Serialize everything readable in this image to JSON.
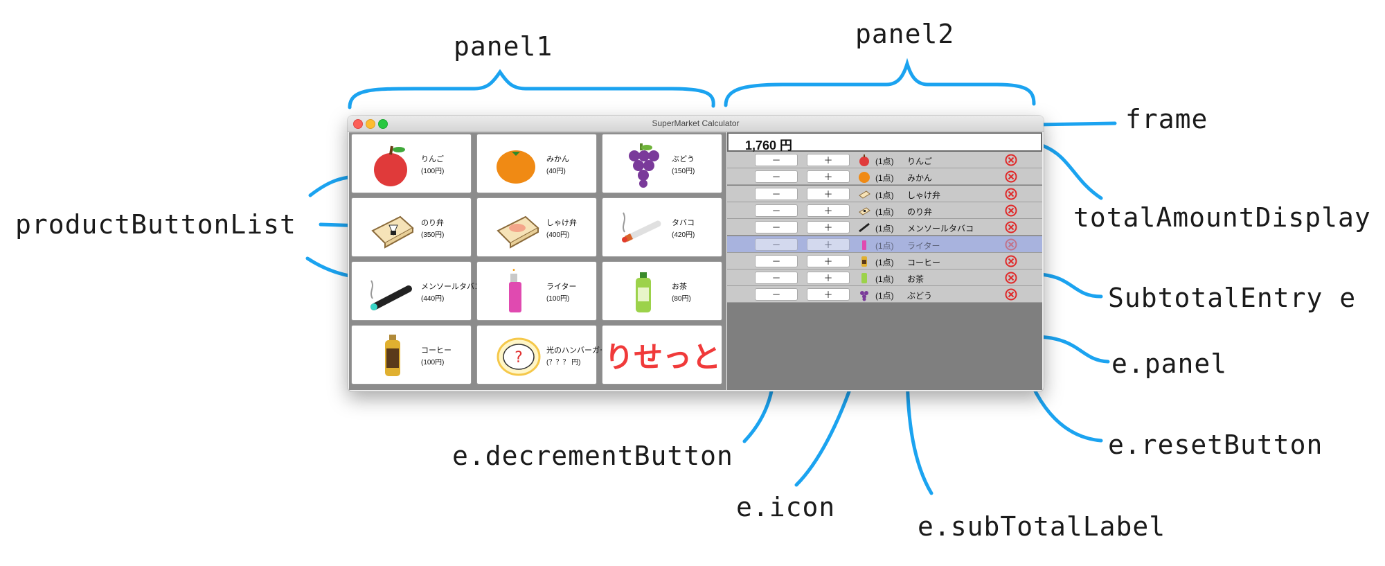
{
  "window": {
    "title": "SuperMarket Calculator"
  },
  "labels": {
    "panel1": "panel1",
    "panel2": "panel2",
    "frame": "frame",
    "product_button_list": "productButtonList",
    "total_amount_display": "totalAmountDisplay",
    "subtotal_entry": "SubtotalEntry e",
    "e_panel": "e.panel",
    "e_decrement_button": "e.decrementButton",
    "e_reset_button": "e.resetButton",
    "e_icon": "e.icon",
    "e_subtotal_label": "e.subTotalLabel"
  },
  "products": [
    {
      "name": "りんご",
      "price": "(100円)",
      "icon": "apple-icon"
    },
    {
      "name": "みかん",
      "price": "(40円)",
      "icon": "orange-icon"
    },
    {
      "name": "ぶどう",
      "price": "(150円)",
      "icon": "grape-icon"
    },
    {
      "name": "のり弁",
      "price": "(350円)",
      "icon": "nori-bento-icon"
    },
    {
      "name": "しゃけ弁",
      "price": "(400円)",
      "icon": "salmon-bento-icon"
    },
    {
      "name": "タバコ",
      "price": "(420円)",
      "icon": "cigarette-icon"
    },
    {
      "name": "メンソールタバコ",
      "price": "(440円)",
      "icon": "menthol-cigarette-icon"
    },
    {
      "name": "ライター",
      "price": "(100円)",
      "icon": "lighter-icon"
    },
    {
      "name": "お茶",
      "price": "(80円)",
      "icon": "tea-bottle-icon"
    },
    {
      "name": "コーヒー",
      "price": "(100円)",
      "icon": "coffee-bottle-icon"
    },
    {
      "name": "光のハンバーガー",
      "price": "(？？？ 円)",
      "icon": "mystery-burger-icon"
    }
  ],
  "reset_label": "りせっと",
  "total": "1,760 円",
  "entries": [
    {
      "count": "(1点)",
      "name": "りんご",
      "icon": "apple-icon"
    },
    {
      "count": "(1点)",
      "name": "みかん",
      "icon": "orange-icon"
    },
    {
      "count": "(1点)",
      "name": "しゃけ弁",
      "icon": "salmon-bento-icon"
    },
    {
      "count": "(1点)",
      "name": "のり弁",
      "icon": "nori-bento-icon"
    },
    {
      "count": "(1点)",
      "name": "メンソールタバコ",
      "icon": "menthol-cigarette-icon"
    },
    {
      "count": "(1点)",
      "name": "ライター",
      "icon": "lighter-icon"
    },
    {
      "count": "(1点)",
      "name": "コーヒー",
      "icon": "coffee-bottle-icon"
    },
    {
      "count": "(1点)",
      "name": "お茶",
      "icon": "tea-bottle-icon"
    },
    {
      "count": "(1点)",
      "name": "ぶどう",
      "icon": "grape-icon"
    }
  ],
  "minus_label": "－",
  "plus_label": "＋",
  "colors": {
    "annotation_line": "#1ba3f0",
    "reset_text": "#f03a3a",
    "selected_row": "#a8b3de"
  }
}
